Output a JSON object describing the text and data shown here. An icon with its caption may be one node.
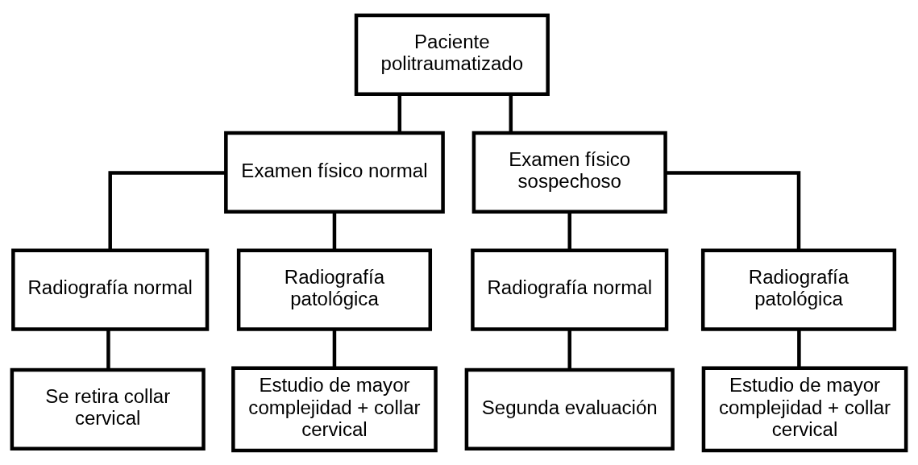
{
  "diagram": {
    "nodes": [
      {
        "text": [
          "Paciente politraumatizado"
        ]
      },
      {
        "text": [
          "Examen físico normal"
        ]
      },
      {
        "text": [
          "Examen físico sospechoso"
        ]
      },
      {
        "text": [
          "Radiografía normal"
        ]
      },
      {
        "text": [
          "Radiografía patológica"
        ]
      },
      {
        "text": [
          "Se retira collar cervical"
        ]
      },
      {
        "text": [
          "Estudio de mayor complejidad + collar cervical"
        ]
      },
      {
        "text": [
          "Radiografía normal"
        ]
      },
      {
        "text": [
          "Radiografía patológica"
        ]
      },
      {
        "text": [
          "Segunda evaluación"
        ]
      },
      {
        "text": [
          "Estudio de mayor complejidad + collar cervical"
        ]
      }
    ],
    "edges": [
      {
        "from": 0,
        "to": 1,
        "arrow": "none"
      },
      {
        "from": 0,
        "to": 2,
        "arrow": "none"
      },
      {
        "from": 1,
        "to": 3,
        "arrow": "none"
      },
      {
        "from": 1,
        "to": 4,
        "arrow": "none"
      },
      {
        "from": 2,
        "to": 7,
        "arrow": "none"
      },
      {
        "from": 2,
        "to": 8,
        "arrow": "none"
      },
      {
        "from": 3,
        "to": 5,
        "arrow": "none"
      },
      {
        "from": 4,
        "to": 6,
        "arrow": "none"
      },
      {
        "from": 7,
        "to": 9,
        "arrow": "none"
      },
      {
        "from": 8,
        "to": 10,
        "arrow": "none"
      }
    ]
  }
}
